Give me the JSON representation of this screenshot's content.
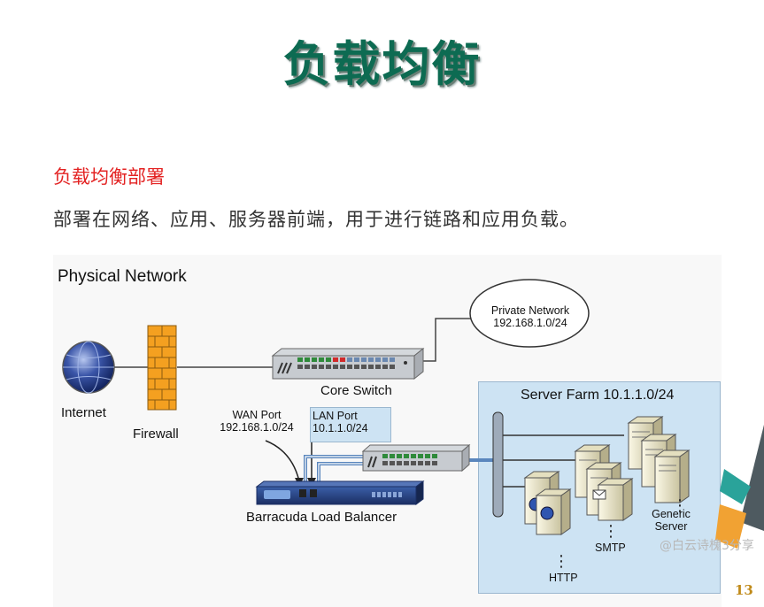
{
  "title": "负载均衡",
  "subtitle": "负载均衡部署",
  "description": "部署在网络、应用、服务器前端，用于进行链路和应用负载。",
  "diagram": {
    "heading": "Physical Network",
    "internet": "Internet",
    "firewall": "Firewall",
    "core_switch": "Core Switch",
    "private_network": [
      "Private Network",
      "192.168.1.0/24"
    ],
    "wan_port": [
      "WAN Port",
      "192.168.1.0/24"
    ],
    "lan_port": [
      "LAN Port",
      "10.1.1.0/24"
    ],
    "load_balancer": "Barracuda Load Balancer",
    "server_farm": "Server Farm 10.1.1.0/24",
    "http": "HTTP",
    "smtp": "SMTP",
    "generic_server": [
      "Generic",
      "Server"
    ]
  },
  "watermark": "@白云诗槐3分享",
  "page_number": "13",
  "colors": {
    "title": "#0d6b52",
    "subtitle": "#e32222",
    "farm_bg": "#cde3f3"
  }
}
